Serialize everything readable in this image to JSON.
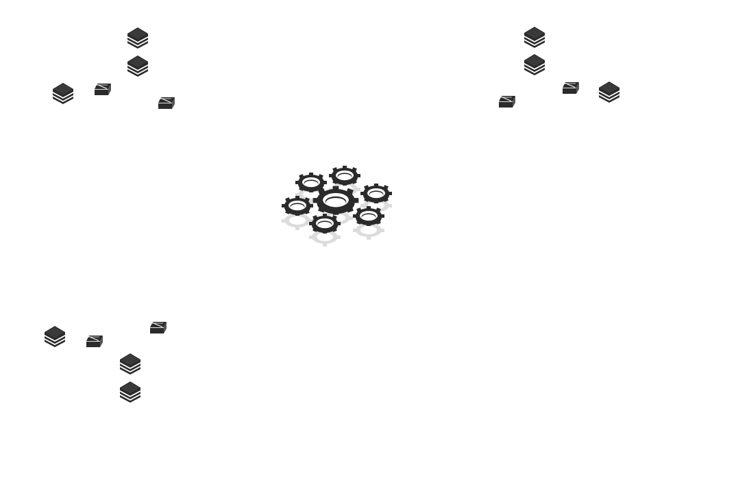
{
  "diagram": {
    "background": "#ffffff",
    "icon_color": "#2b2b2b",
    "shadow_color": "#dcdcdc",
    "center": {
      "icon": "gears-cluster-icon",
      "gear_count": 7
    },
    "clusters": [
      {
        "id": "top-left",
        "icons": [
          "layers-icon",
          "layers-icon",
          "layers-icon",
          "hexagon-prism-icon",
          "hexagon-prism-icon"
        ]
      },
      {
        "id": "top-right",
        "icons": [
          "layers-icon",
          "layers-icon",
          "layers-icon",
          "hexagon-prism-icon",
          "hexagon-prism-icon"
        ]
      },
      {
        "id": "bottom-left",
        "icons": [
          "layers-icon",
          "layers-icon",
          "layers-icon",
          "hexagon-prism-icon",
          "hexagon-prism-icon"
        ]
      }
    ]
  }
}
